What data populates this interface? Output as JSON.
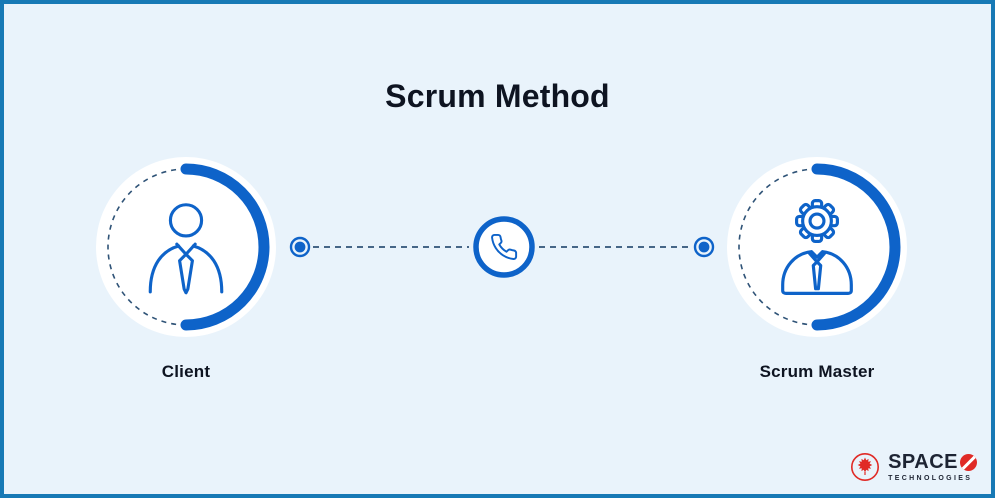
{
  "title": "Scrum Method",
  "nodes": {
    "client": {
      "label": "Client",
      "icon": "person-tie-icon"
    },
    "scrum_master": {
      "label": "Scrum Master",
      "icon": "gear-person-icon"
    }
  },
  "connector": {
    "icon": "phone-icon",
    "style": "dashed-line-with-dots"
  },
  "logo": {
    "brand": "SPACE",
    "mark": "Ø",
    "subtitle": "TECHNOLOGIES",
    "emblem": "maple-leaf-icon"
  },
  "colors": {
    "background": "#e9f3fb",
    "frame_border": "#1779b5",
    "accent_blue": "#0e63c9",
    "dashed_line": "#2f5377",
    "text_dark": "#0e1421",
    "logo_red": "#e02a26",
    "logo_text": "#1d2433",
    "node_fill": "#ffffff"
  }
}
